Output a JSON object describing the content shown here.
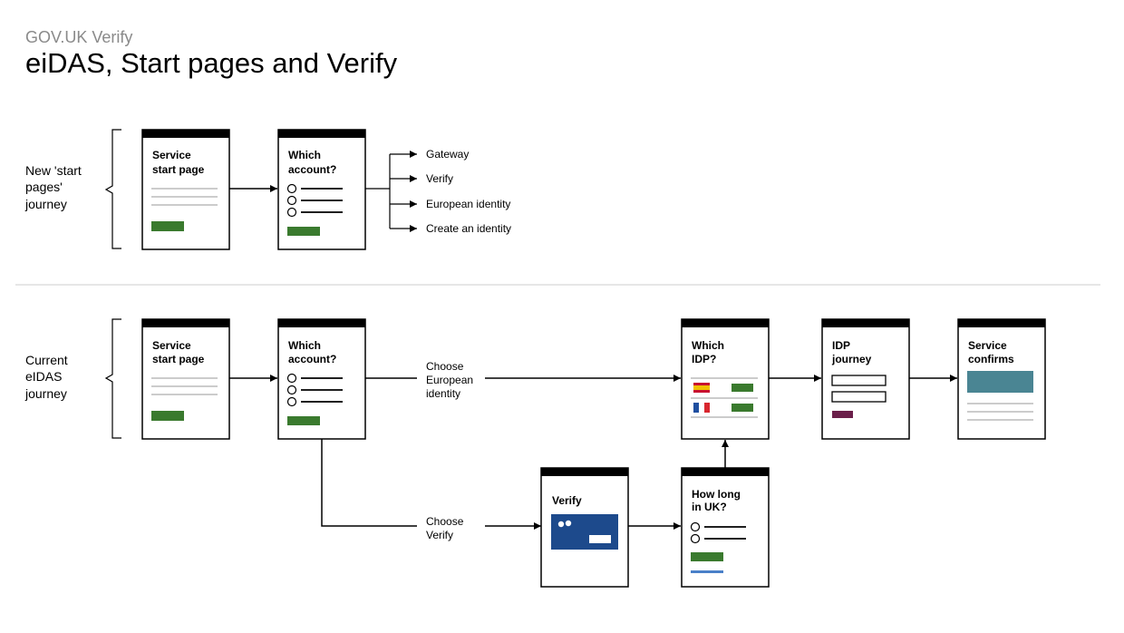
{
  "header": {
    "kicker": "GOV.UK Verify",
    "title": "eiDAS, Start pages and Verify"
  },
  "lanes": {
    "new": [
      "New 'start",
      "pages'",
      "journey"
    ],
    "current": [
      "Current",
      "eIDAS",
      "journey"
    ]
  },
  "cards": {
    "service_start": [
      "Service",
      "start page"
    ],
    "which_account": [
      "Which",
      "account?"
    ],
    "which_idp": [
      "Which",
      "IDP?"
    ],
    "idp_journey": [
      "IDP",
      "journey"
    ],
    "service_confirms": [
      "Service",
      "confirms"
    ],
    "verify": [
      "Verify"
    ],
    "how_long": [
      "How long",
      "in UK?"
    ]
  },
  "options": [
    "Gateway",
    "Verify",
    "European identity",
    "Create an identity"
  ],
  "paths": {
    "choose_european": [
      "Choose",
      "European",
      "identity"
    ],
    "choose_verify": [
      "Choose",
      "Verify"
    ]
  },
  "colors": {
    "button_green": "#3a7a2e",
    "accent_teal": "#4a8593",
    "verify_blue": "#1d4a8c",
    "idp_maroon": "#6b1f4a",
    "link_blue": "#4a80c8",
    "divider": "#cccccc",
    "flag_spain_red": "#c8102e",
    "flag_spain_yellow": "#f1bf00",
    "flag_france_blue": "#1f4fa0",
    "flag_france_red": "#d8262e"
  }
}
